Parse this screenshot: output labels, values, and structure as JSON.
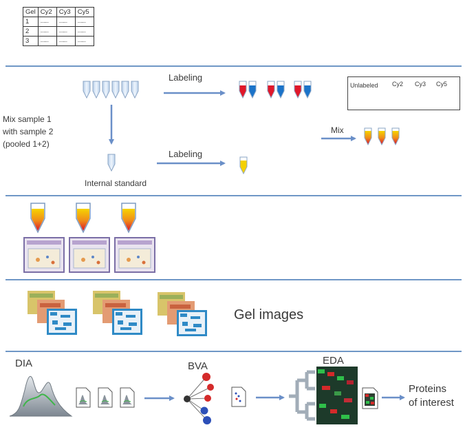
{
  "gel_table": {
    "headers": [
      "Gel",
      "Cy2",
      "Cy3",
      "Cy5"
    ],
    "rows": [
      {
        "gel": "1",
        "cy2": "..........",
        "cy3": "..........",
        "cy5": ".........."
      },
      {
        "gel": "2",
        "cy2": "..........",
        "cy3": "..........",
        "cy5": ".........."
      },
      {
        "gel": "3",
        "cy2": "..........",
        "cy3": "..........",
        "cy5": ".........."
      }
    ]
  },
  "labeling": {
    "step1_label": "Labeling",
    "step2_label": "Labeling",
    "mix_instruction": [
      "Mix sample 1",
      "with sample 2",
      "(pooled 1+2)"
    ],
    "internal_standard_label": "Internal standard",
    "mix_label": "Mix"
  },
  "legend": {
    "items": [
      {
        "label": "Unlabeled",
        "color": "#cfe0f3"
      },
      {
        "label": "Cy2",
        "color": "#f4d000"
      },
      {
        "label": "Cy3",
        "color": "#e0182a"
      },
      {
        "label": "Cy5",
        "color": "#1b73c9"
      }
    ]
  },
  "gel_images_label": "Gel images",
  "analysis": {
    "dia_label": "DIA",
    "bva_label": "BVA",
    "eda_label": "EDA",
    "result_label": [
      "Proteins",
      "of interest"
    ]
  },
  "colors": {
    "separator": "#6f97c6",
    "arrow": "#6a8fc8",
    "tube_outline": "#8aa4c4",
    "unlabeled": "#cfe0f3",
    "cy2": "#f4d000",
    "cy3": "#e0182a",
    "cy5": "#1b73c9"
  }
}
